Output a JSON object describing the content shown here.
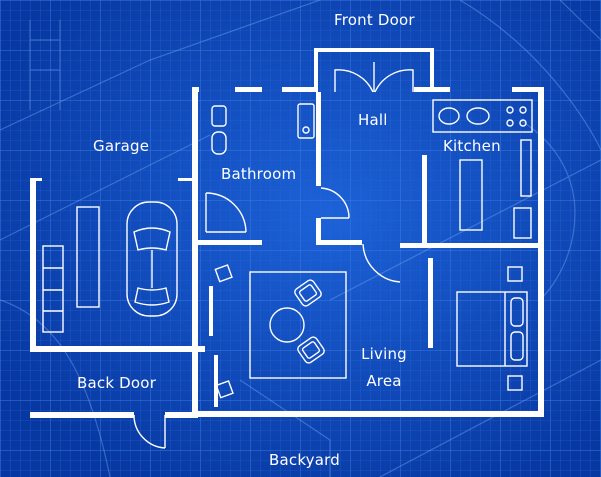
{
  "labels": {
    "front_door": "Front Door",
    "hall": "Hall",
    "kitchen": "Kitchen",
    "garage": "Garage",
    "bathroom": "Bathroom",
    "living_area_line1": "Living",
    "living_area_line2": "Area",
    "back_door": "Back Door",
    "backyard": "Backyard"
  },
  "colors": {
    "background": "#0b46b8",
    "grid": "#2a64d0",
    "walls": "#ffffff",
    "fixtures": "#ffffff"
  },
  "icons": [
    "car-icon",
    "bed-icon",
    "round-table-icon",
    "armchair-icon",
    "sink-icon",
    "stove-icon",
    "toilet-icon",
    "door-swing-icon"
  ]
}
